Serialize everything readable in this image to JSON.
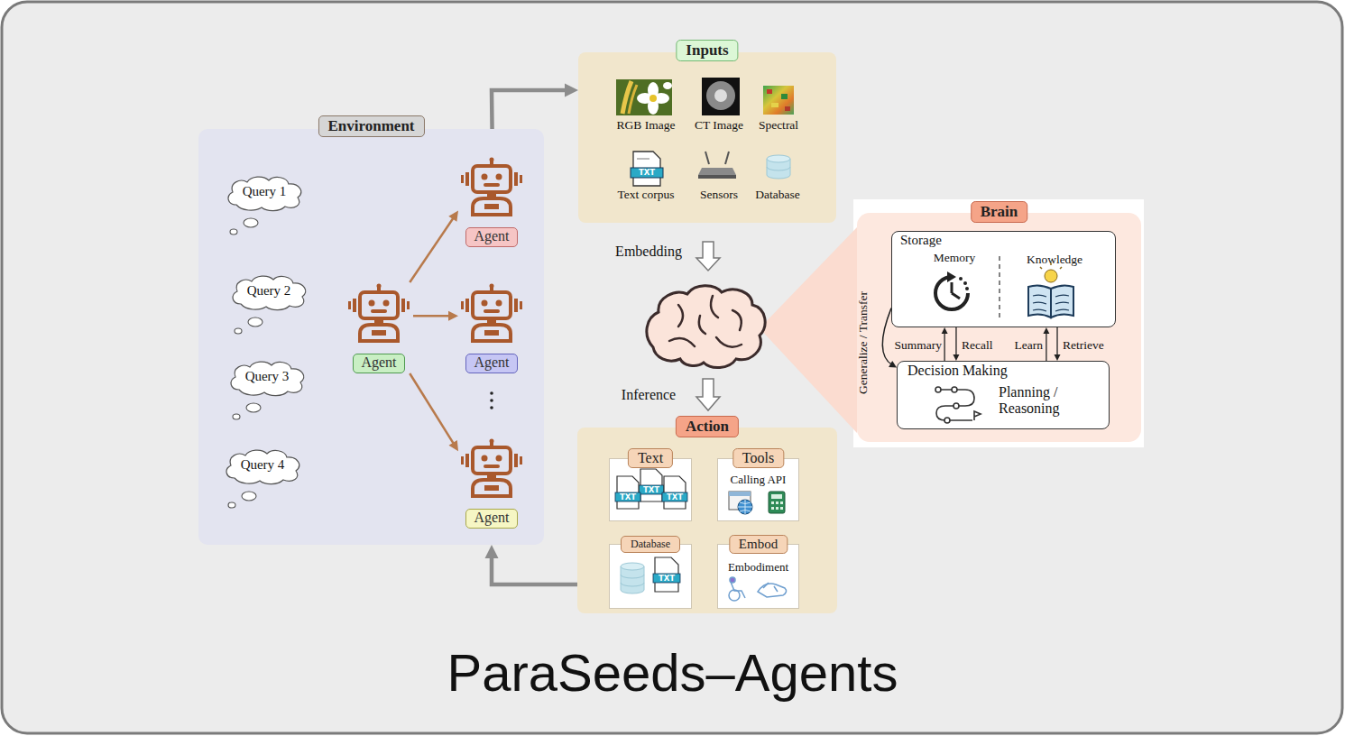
{
  "diagram": {
    "title": "ParaSeeds–Agents",
    "nodes": [
      {
        "text": [
          "Environment"
        ]
      },
      {
        "text": [
          "Query 1"
        ],
        "in": 0
      },
      {
        "text": [
          "Query 2"
        ],
        "in": 0
      },
      {
        "text": [
          "Query 3"
        ],
        "in": 0
      },
      {
        "text": [
          "Query 4"
        ],
        "in": 0
      },
      {
        "text": [
          "Agent"
        ],
        "in": 0
      },
      {
        "text": [
          "Agent"
        ],
        "in": 0
      },
      {
        "text": [
          "Agent"
        ],
        "in": 0
      },
      {
        "text": [
          "Agent"
        ],
        "in": 0
      },
      {
        "text": [
          "Inputs"
        ]
      },
      {
        "text": [
          "Action"
        ]
      },
      {
        "text": [
          "Text"
        ],
        "in": 10
      },
      {
        "text": [
          "Tools",
          "Calling API"
        ],
        "in": 10
      },
      {
        "text": [
          "Database"
        ],
        "in": 10
      },
      {
        "text": [
          "Embod",
          "Embodiment"
        ],
        "in": 10
      },
      {
        "text": [
          "Brain"
        ]
      },
      {
        "text": [
          "Storage",
          "Memory",
          "Knowledge"
        ],
        "in": 15
      },
      {
        "text": [
          "Decision Making",
          "Planning / Reasoning"
        ],
        "in": 15
      }
    ],
    "edges": [
      {
        "from": 5,
        "to": 6,
        "arrow": "to"
      },
      {
        "from": 5,
        "to": 7,
        "arrow": "to"
      },
      {
        "from": 5,
        "to": 8,
        "arrow": "to"
      },
      {
        "from": 0,
        "to": 9,
        "arrow": "to"
      },
      {
        "from": 10,
        "to": 0,
        "arrow": "to"
      },
      {
        "from": 17,
        "to": 16,
        "label": "Summary",
        "arrow": "to"
      },
      {
        "from": 16,
        "to": 17,
        "label": "Recall",
        "arrow": "to"
      },
      {
        "from": 17,
        "to": 16,
        "label": "Learn",
        "arrow": "to"
      },
      {
        "from": 16,
        "to": 17,
        "label": "Retrieve",
        "arrow": "to"
      },
      {
        "from": 16,
        "to": 17,
        "label": "Generalize / Transfer",
        "arrow": "to"
      }
    ],
    "labels": [
      "RGB Image",
      "CT Image",
      "Spectral",
      "TXT",
      "Text corpus",
      "Sensors",
      "Database",
      "Embedding",
      "Inference",
      "TXT",
      "TXT",
      "TXT",
      "TXT"
    ]
  }
}
